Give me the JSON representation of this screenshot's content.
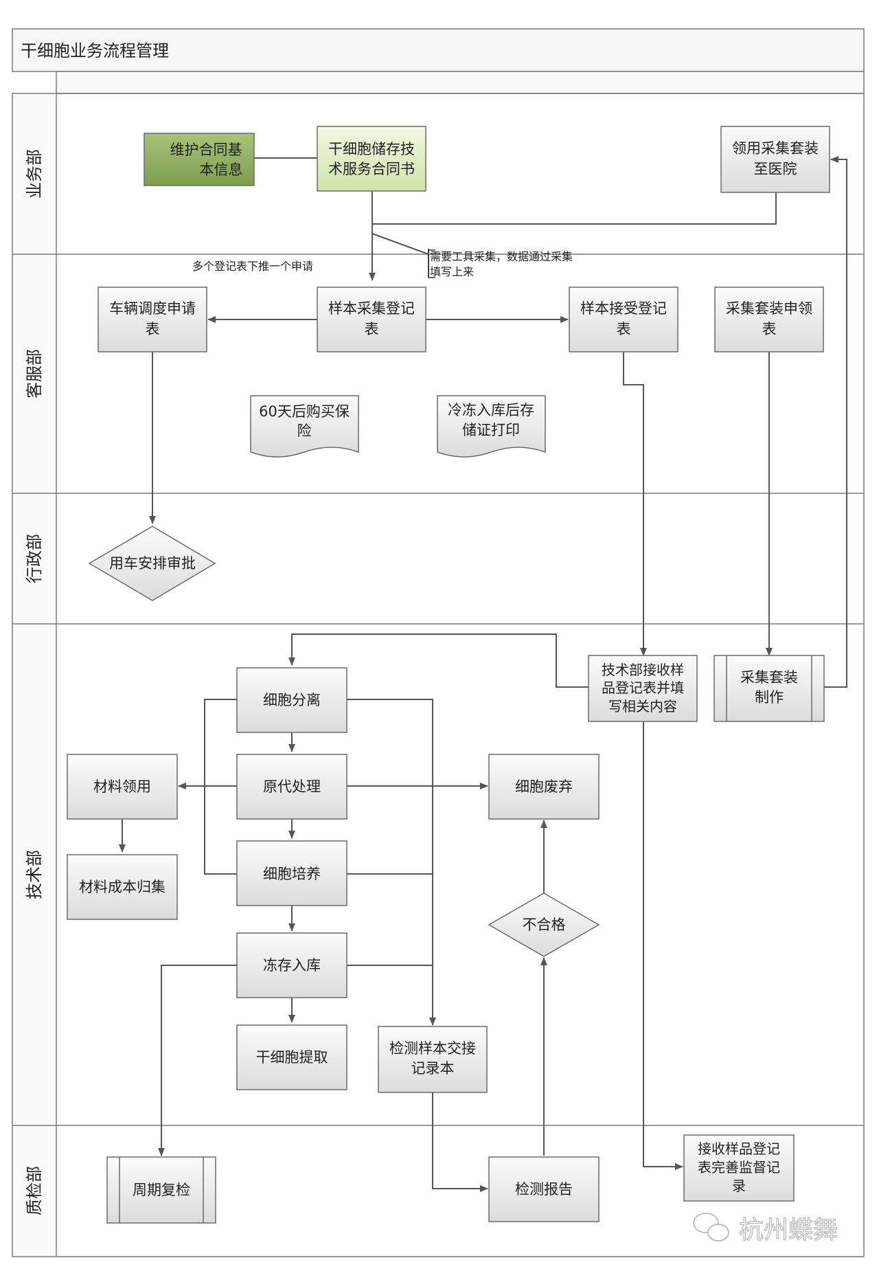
{
  "title": "干细胞业务流程管理",
  "lanes": {
    "business": "业务部",
    "customer_service": "客服部",
    "administration": "行政部",
    "technology": "技术部",
    "quality": "质检部"
  },
  "nodes": {
    "maintain_contract": [
      "维护合同基",
      "本信息"
    ],
    "contract": [
      "干细胞储存技",
      "术服务合同书"
    ],
    "collect_kit_hospital": [
      "领用采集套装",
      "至医院"
    ],
    "vehicle_request": [
      "车辆调度申请",
      "表"
    ],
    "sample_collect": [
      "样本采集登记",
      "表"
    ],
    "sample_accept": [
      "样本接受登记",
      "表"
    ],
    "kit_request": [
      "采集套装申领",
      "表"
    ],
    "insurance": [
      "60天后购买保",
      "险"
    ],
    "storage_cert": [
      "冷冻入库后存",
      "储证打印"
    ],
    "vehicle_approval": [
      "用车安排审批"
    ],
    "tech_receive": [
      "技术部接收样",
      "品登记表并填",
      "写相关内容"
    ],
    "kit_make": [
      "采集套装",
      "制作"
    ],
    "cell_separation": [
      "细胞分离"
    ],
    "primary_processing": [
      "原代处理"
    ],
    "cell_culture": [
      "细胞培养"
    ],
    "cryo_storage": [
      "冻存入库"
    ],
    "stem_extract": [
      "干细胞提取"
    ],
    "material_pick": [
      "材料领用"
    ],
    "material_cost": [
      "材料成本归集"
    ],
    "cell_discard": [
      "细胞废弃"
    ],
    "unqualified": [
      "不合格"
    ],
    "handover_book": [
      "检测样本交接",
      "记录本"
    ],
    "periodic_recheck": [
      "周期复检"
    ],
    "test_report": [
      "检测报告"
    ],
    "supervision_record": [
      "接收样品登记",
      "表完善监督记",
      "录"
    ]
  },
  "annotations": {
    "multi_forms": "多个登记表下推一个申请",
    "tool_collect": [
      "需要工具采集，数据通过采集",
      "填写上来"
    ]
  },
  "watermark": "杭州蝶舞",
  "colors": {
    "green_light": "#e8f5d2",
    "green_dark": "#8aa85a",
    "box_light": "#fafafa",
    "box_dark": "#dedede",
    "border": "#6f6f6f",
    "line": "#555555"
  }
}
